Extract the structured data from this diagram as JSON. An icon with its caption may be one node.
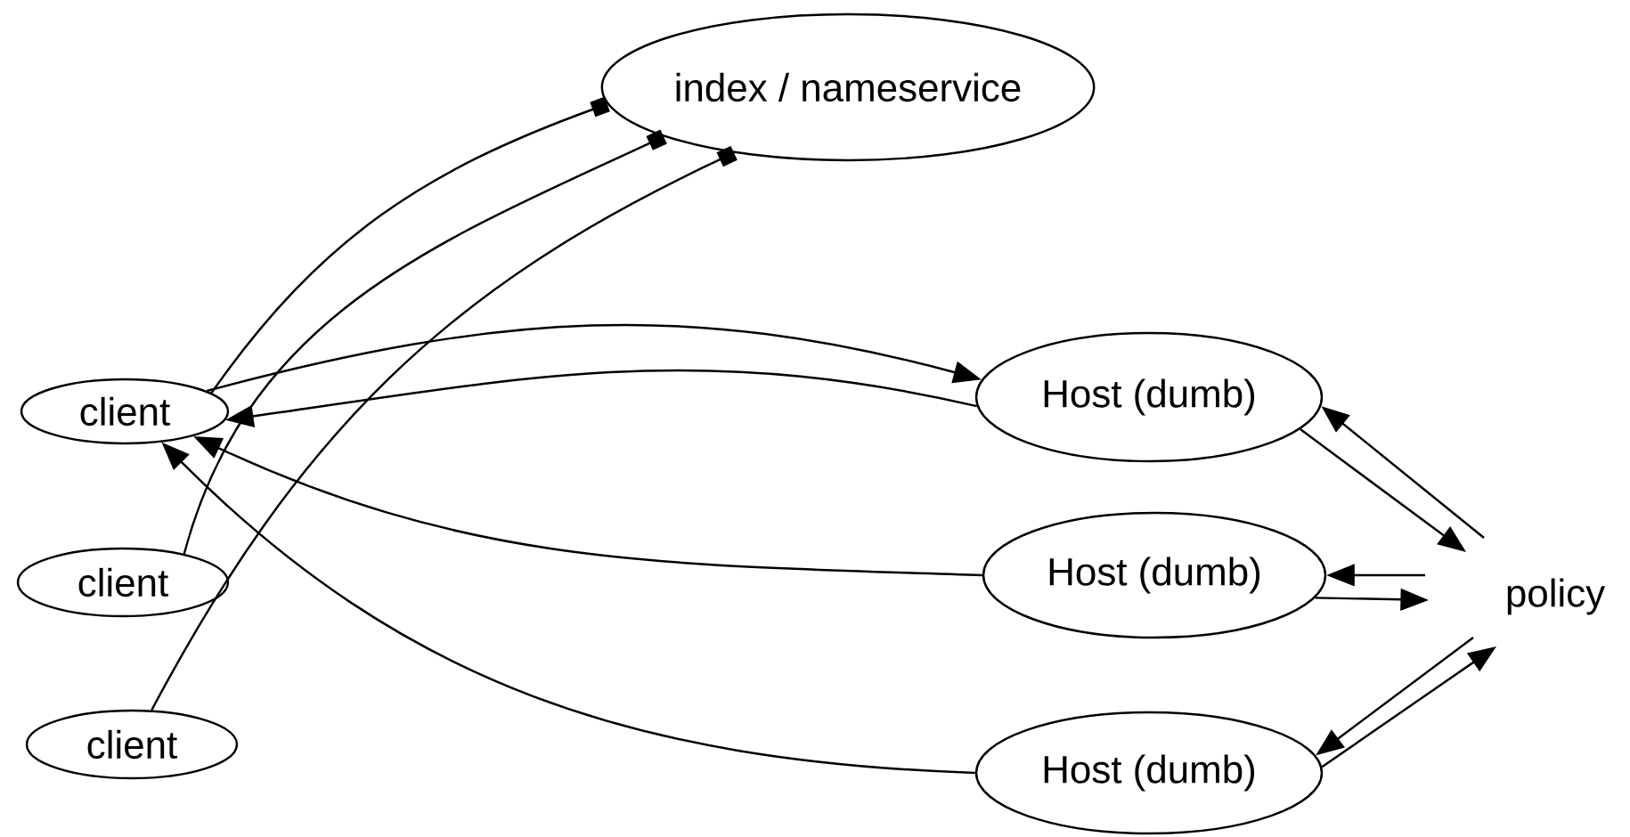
{
  "diagram": {
    "nodes": [
      {
        "text": [
          "index / nameservice"
        ]
      },
      {
        "text": [
          "client"
        ]
      },
      {
        "text": [
          "client"
        ]
      },
      {
        "text": [
          "client"
        ]
      },
      {
        "text": [
          "Host (dumb)"
        ]
      },
      {
        "text": [
          "Host (dumb)"
        ]
      },
      {
        "text": [
          "Host (dumb)"
        ]
      },
      {
        "text": [
          "policy"
        ]
      }
    ],
    "edges": [
      {
        "from": 1,
        "to": 0,
        "arrow": "other"
      },
      {
        "from": 2,
        "to": 0,
        "arrow": "other"
      },
      {
        "from": 3,
        "to": 0,
        "arrow": "other"
      },
      {
        "from": 1,
        "to": 4,
        "arrow": "to"
      },
      {
        "from": 4,
        "to": 1,
        "arrow": "to"
      },
      {
        "from": 5,
        "to": 1,
        "arrow": "to"
      },
      {
        "from": 6,
        "to": 1,
        "arrow": "to"
      },
      {
        "from": 4,
        "to": 7,
        "arrow": "to"
      },
      {
        "from": 7,
        "to": 4,
        "arrow": "to"
      },
      {
        "from": 7,
        "to": 5,
        "arrow": "to"
      },
      {
        "from": 5,
        "to": 7,
        "arrow": "to"
      },
      {
        "from": 7,
        "to": 6,
        "arrow": "to"
      },
      {
        "from": 6,
        "to": 7,
        "arrow": "to"
      }
    ]
  }
}
